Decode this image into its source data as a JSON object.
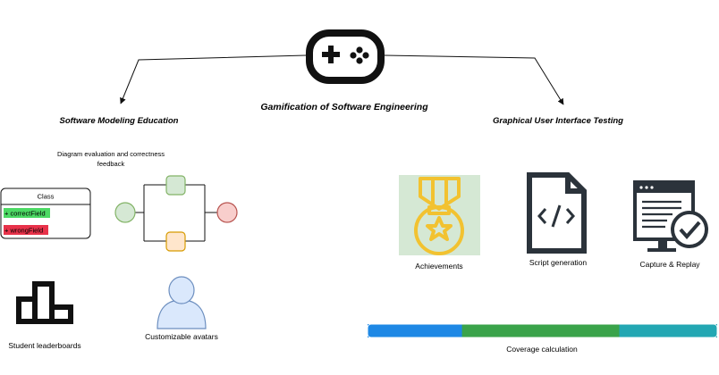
{
  "diagram": {
    "title": "Gamification of Software Engineering",
    "left_branch": "Software Modeling Education",
    "right_branch": "Graphical User Interface Testing",
    "modeling": {
      "diagram_feedback_line1": "Diagram evaluation and correctness",
      "diagram_feedback_line2": "feedback",
      "class_box": {
        "header": "Class",
        "correct_field": "+ correctField",
        "wrong_field": "+ wrongField"
      },
      "leaderboards": "Student leaderboards",
      "avatars": "Customizable avatars"
    },
    "testing": {
      "achievements": "Achievements",
      "script_generation": "Script generation",
      "capture_replay": "Capture & Replay",
      "coverage": "Coverage calculation",
      "coverage_segments": [
        {
          "name": "coverage-segment-blue",
          "fraction": 0.27,
          "color": "#1e88e5"
        },
        {
          "name": "coverage-segment-green",
          "fraction": 0.45,
          "color": "#3aa34a"
        },
        {
          "name": "coverage-segment-teal",
          "fraction": 0.28,
          "color": "#23a7b3"
        }
      ]
    },
    "colors": {
      "correct": "#4cd964",
      "wrong": "#e8324a",
      "node_green_fill": "#d5e8d4",
      "node_green_stroke": "#82b366",
      "node_orange_fill": "#ffe6cc",
      "node_orange_stroke": "#d79b00",
      "node_red_fill": "#f8cecc",
      "node_red_stroke": "#b85450",
      "medal": "#f2c230",
      "medal_bg": "#d5e8d4",
      "avatar_fill": "#dae8fc",
      "avatar_stroke": "#6c8ebf",
      "icon_dark": "#2b333b"
    }
  }
}
